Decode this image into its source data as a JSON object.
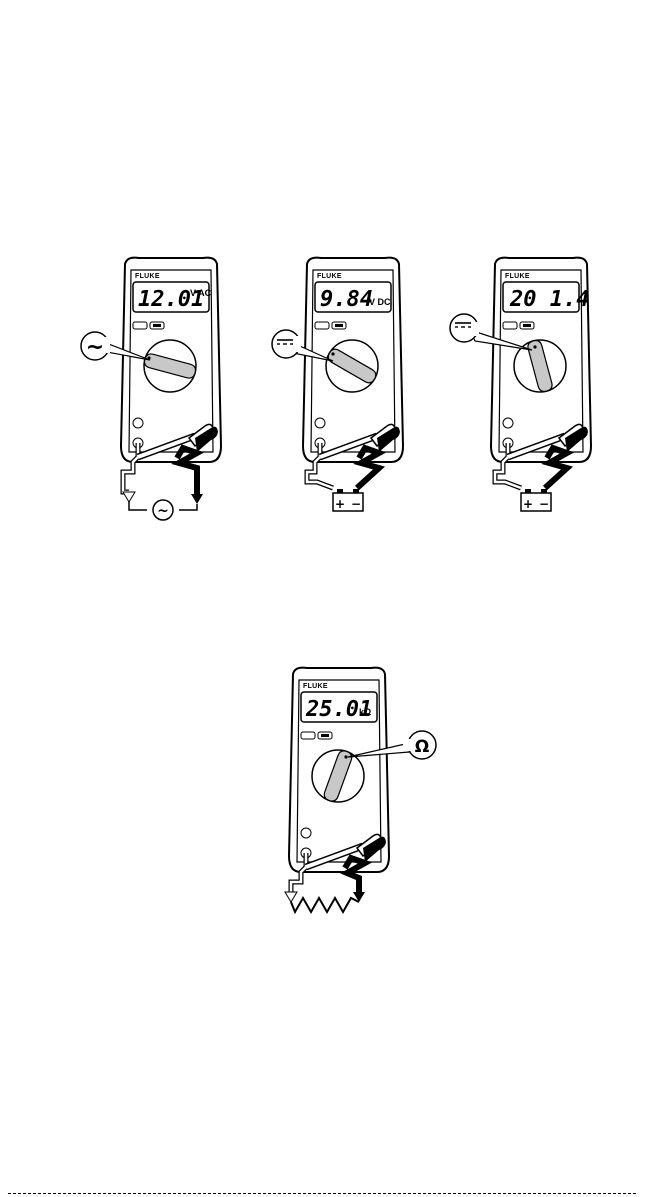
{
  "brand": "FLUKE",
  "meters": [
    {
      "id": "ac-volts",
      "reading": "12.01",
      "unit": "V AC",
      "function_symbol": "~",
      "function": "ac-voltage",
      "source": "ac-source"
    },
    {
      "id": "dc-volts",
      "reading": "9.84",
      "unit": "V DC",
      "function_symbol": "⎓",
      "function": "dc-voltage",
      "source": "battery"
    },
    {
      "id": "dc-volts-2",
      "reading": "20 1.4",
      "unit": "",
      "function_symbol": "⎓",
      "function": "dc-voltage",
      "source": "battery"
    },
    {
      "id": "ohms",
      "reading": "25.01",
      "unit": "kΩ",
      "function_symbol": "Ω",
      "function": "resistance",
      "source": "resistor"
    }
  ],
  "battery_terminals": {
    "plus": "+",
    "minus": "−"
  },
  "ac_source_symbol": "~"
}
